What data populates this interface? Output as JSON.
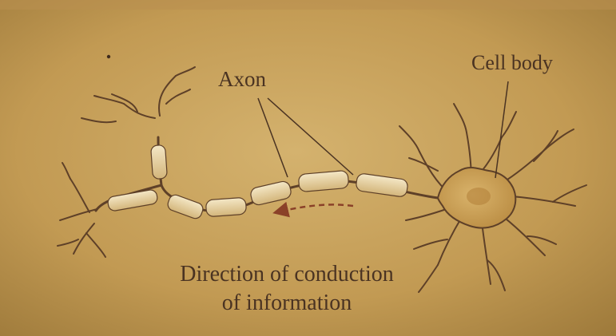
{
  "diagram": {
    "labels": {
      "axon": "Axon",
      "cell_body": "Cell body",
      "direction_line_1": "Direction of conduction",
      "direction_line_2": "of information"
    },
    "colors": {
      "background": "#c9a25a",
      "ink": "#4a3322",
      "neuron_fill": "#d8b56f",
      "myelin_fill": "#ead3a3",
      "arrow": "#8a4128"
    },
    "parts": {
      "neuron": "neuron",
      "dendrites": "dendrites",
      "cell_body": "cell-body",
      "axon": "axon",
      "myelin_sheath": "myelin-sheath",
      "conduction_arrow": "conduction-arrow"
    }
  }
}
